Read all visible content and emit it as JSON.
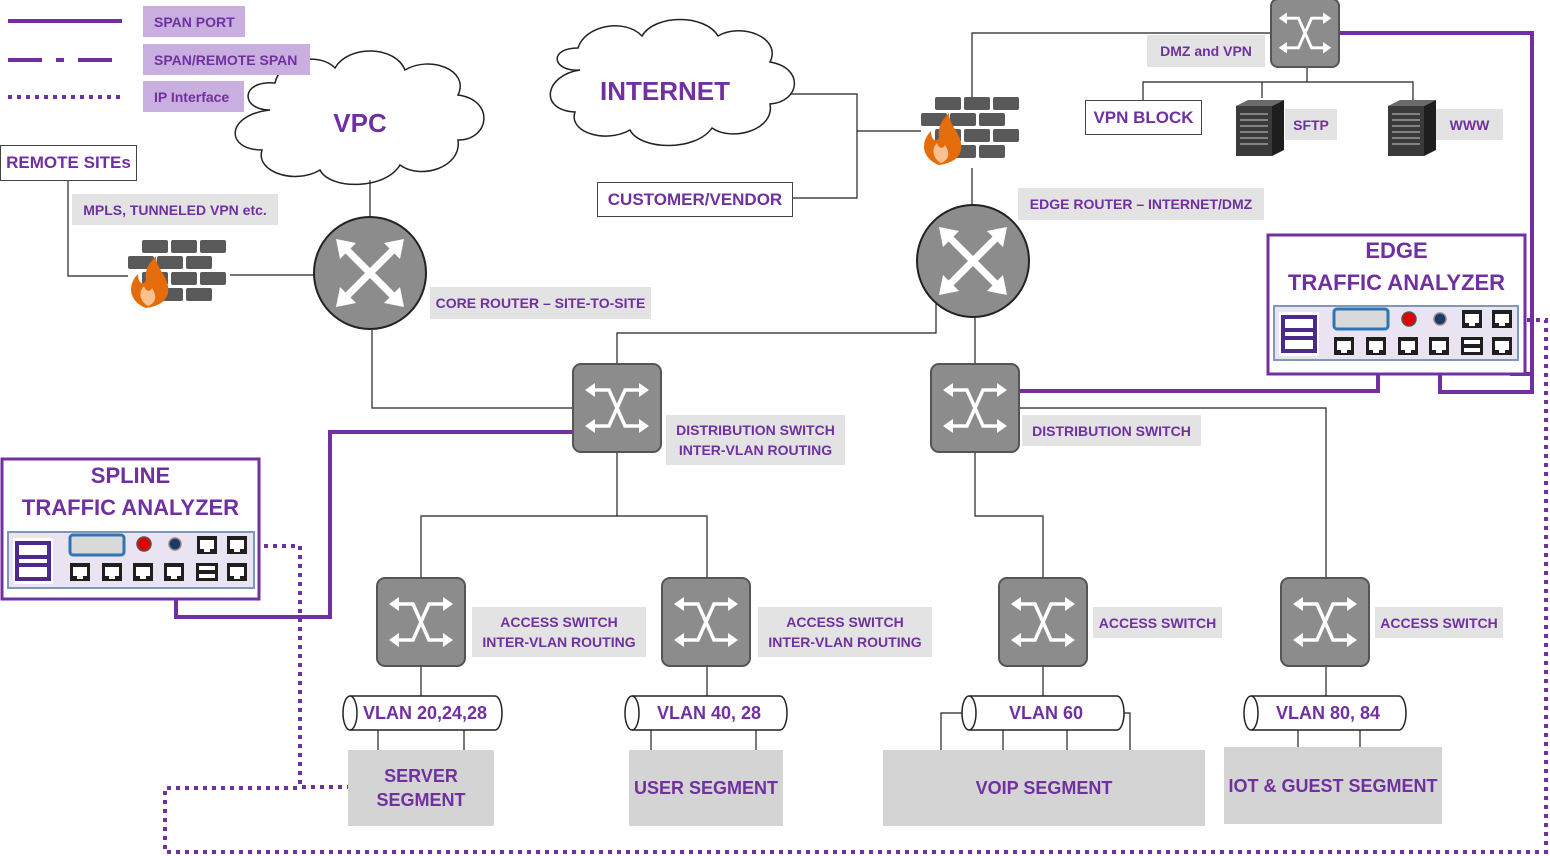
{
  "legend": {
    "span_port": "SPAN PORT",
    "remote_span": "SPAN/REMOTE SPAN",
    "ip_interface": "IP Interface"
  },
  "clouds": {
    "vpc": "VPC",
    "internet": "INTERNET"
  },
  "labels": {
    "remote_sites": "REMOTE SITEs",
    "mpls": "MPLS, TUNNELED VPN etc.",
    "customer_vendor": "CUSTOMER/VENDOR",
    "core_router": "CORE ROUTER – SITE-TO-SITE",
    "edge_router": "EDGE ROUTER – INTERNET/DMZ",
    "dmz_vpn": "DMZ and VPN",
    "vpn_block": "VPN BLOCK",
    "sftp": "SFTP",
    "www": "WWW",
    "dist_switch_left": "DISTRIBUTION SWITCH\nINTER-VLAN ROUTING",
    "dist_switch_right": "DISTRIBUTION SWITCH",
    "access_1": "ACCESS SWITCH\nINTER-VLAN ROUTING",
    "access_2": "ACCESS SWITCH\nINTER-VLAN ROUTING",
    "access_3": "ACCESS SWITCH",
    "access_4": "ACCESS SWITCH"
  },
  "analyzers": {
    "edge_title": "EDGE\nTRAFFIC ANALYZER",
    "spline_title": "SPLINE\nTRAFFIC ANALYZER"
  },
  "vlans": {
    "v1": "VLAN 20,24,28",
    "v2": "VLAN 40, 28",
    "v3": "VLAN 60",
    "v4": "VLAN 80, 84"
  },
  "segments": {
    "server": "SERVER\nSEGMENT",
    "user": "USER SEGMENT",
    "voip": "VOIP SEGMENT",
    "iot": "IOT & GUEST SEGMENT"
  },
  "colors": {
    "accent": "#7030a0",
    "device_gray": "#8c8c8c",
    "label_bg": "#e3e3e3",
    "segment_bg": "#d4d4d4"
  }
}
